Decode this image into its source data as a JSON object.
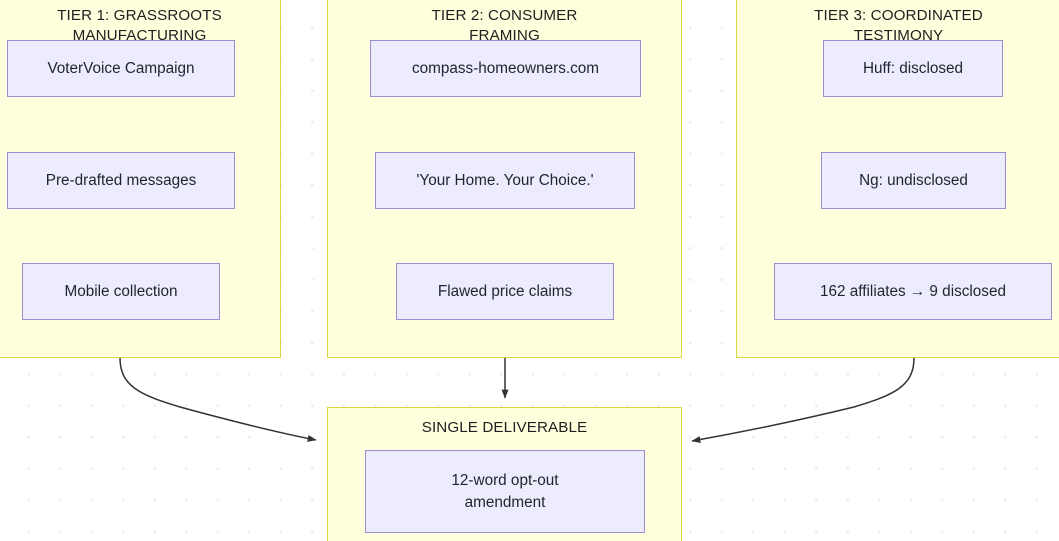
{
  "diagram": {
    "background_color": "#ffffff",
    "cluster_fill": "#ffffde",
    "cluster_border": "#d9d943",
    "node_fill": "#ececfd",
    "node_border": "#9b8fd1",
    "edge_color": "#333333",
    "clusters": [
      {
        "id": "tier1",
        "title": "TIER 1: GRASSROOTS MANUFACTURING",
        "nodes": [
          {
            "id": "votervoice",
            "label": "VoterVoice Campaign"
          },
          {
            "id": "predrafted",
            "label": "Pre-drafted messages"
          },
          {
            "id": "mobile",
            "label": "Mobile collection"
          }
        ]
      },
      {
        "id": "tier2",
        "title": "TIER 2: CONSUMER FRAMING",
        "nodes": [
          {
            "id": "site",
            "label": "compass-homeowners.com"
          },
          {
            "id": "slogan",
            "label": "'Your Home. Your Choice.'"
          },
          {
            "id": "price",
            "label": "Flawed price claims"
          }
        ]
      },
      {
        "id": "tier3",
        "title": "TIER 3: COORDINATED TESTIMONY",
        "nodes": [
          {
            "id": "huff",
            "label": "Huff: disclosed"
          },
          {
            "id": "ng",
            "label": "Ng: undisclosed"
          },
          {
            "id": "affiliates",
            "label": "162 affiliates → 9 disclosed"
          }
        ]
      },
      {
        "id": "deliverable",
        "title": "SINGLE DELIVERABLE",
        "nodes": [
          {
            "id": "amendment",
            "label": "12-word opt-out amendment"
          }
        ]
      }
    ],
    "edges": [
      {
        "id": "tier1-to-deliverable",
        "from": "tier1",
        "to": "deliverable"
      },
      {
        "id": "tier2-to-deliverable",
        "from": "tier2",
        "to": "deliverable"
      },
      {
        "id": "tier3-to-deliverable",
        "from": "tier3",
        "to": "deliverable"
      }
    ]
  }
}
